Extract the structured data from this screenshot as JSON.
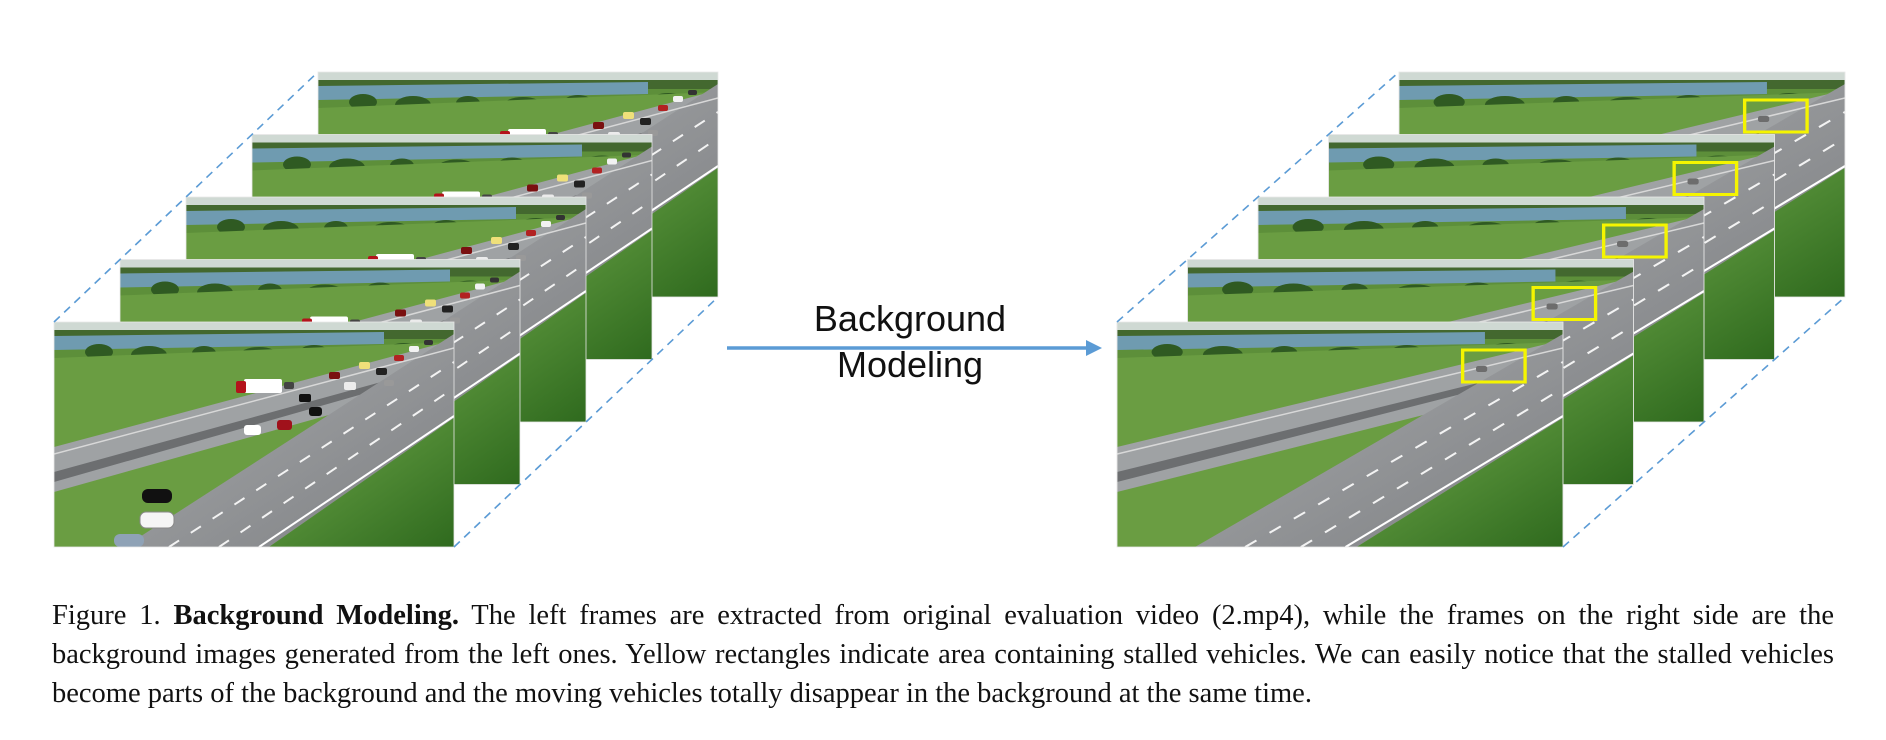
{
  "figure": {
    "arrow_label_line1": "Background",
    "arrow_label_line2": "Modeling",
    "left_stack": {
      "frames": 5,
      "content": "original video frames with moving vehicles on highway"
    },
    "right_stack": {
      "frames": 5,
      "content": "generated background images with yellow rectangles around stalled vehicles"
    },
    "colors": {
      "arrow": "#5b9bd5",
      "dashed_lines": "#5b9bd5",
      "highlight_box": "#f5f500",
      "grass": "#4b8a2e",
      "road": "#8e9093",
      "water": "#6f9bb0",
      "sky": "#cfd9d3"
    }
  },
  "caption": {
    "label": "Figure 1.",
    "title": "Background Modeling.",
    "text": "The left frames are extracted from original evaluation video (2.mp4), while the frames on the right side are the background images generated from the left ones. Yellow rectangles indicate area containing stalled vehicles. We can easily notice that the stalled vehicles become parts of the background and the moving vehicles totally disappear in the background at the same time."
  }
}
